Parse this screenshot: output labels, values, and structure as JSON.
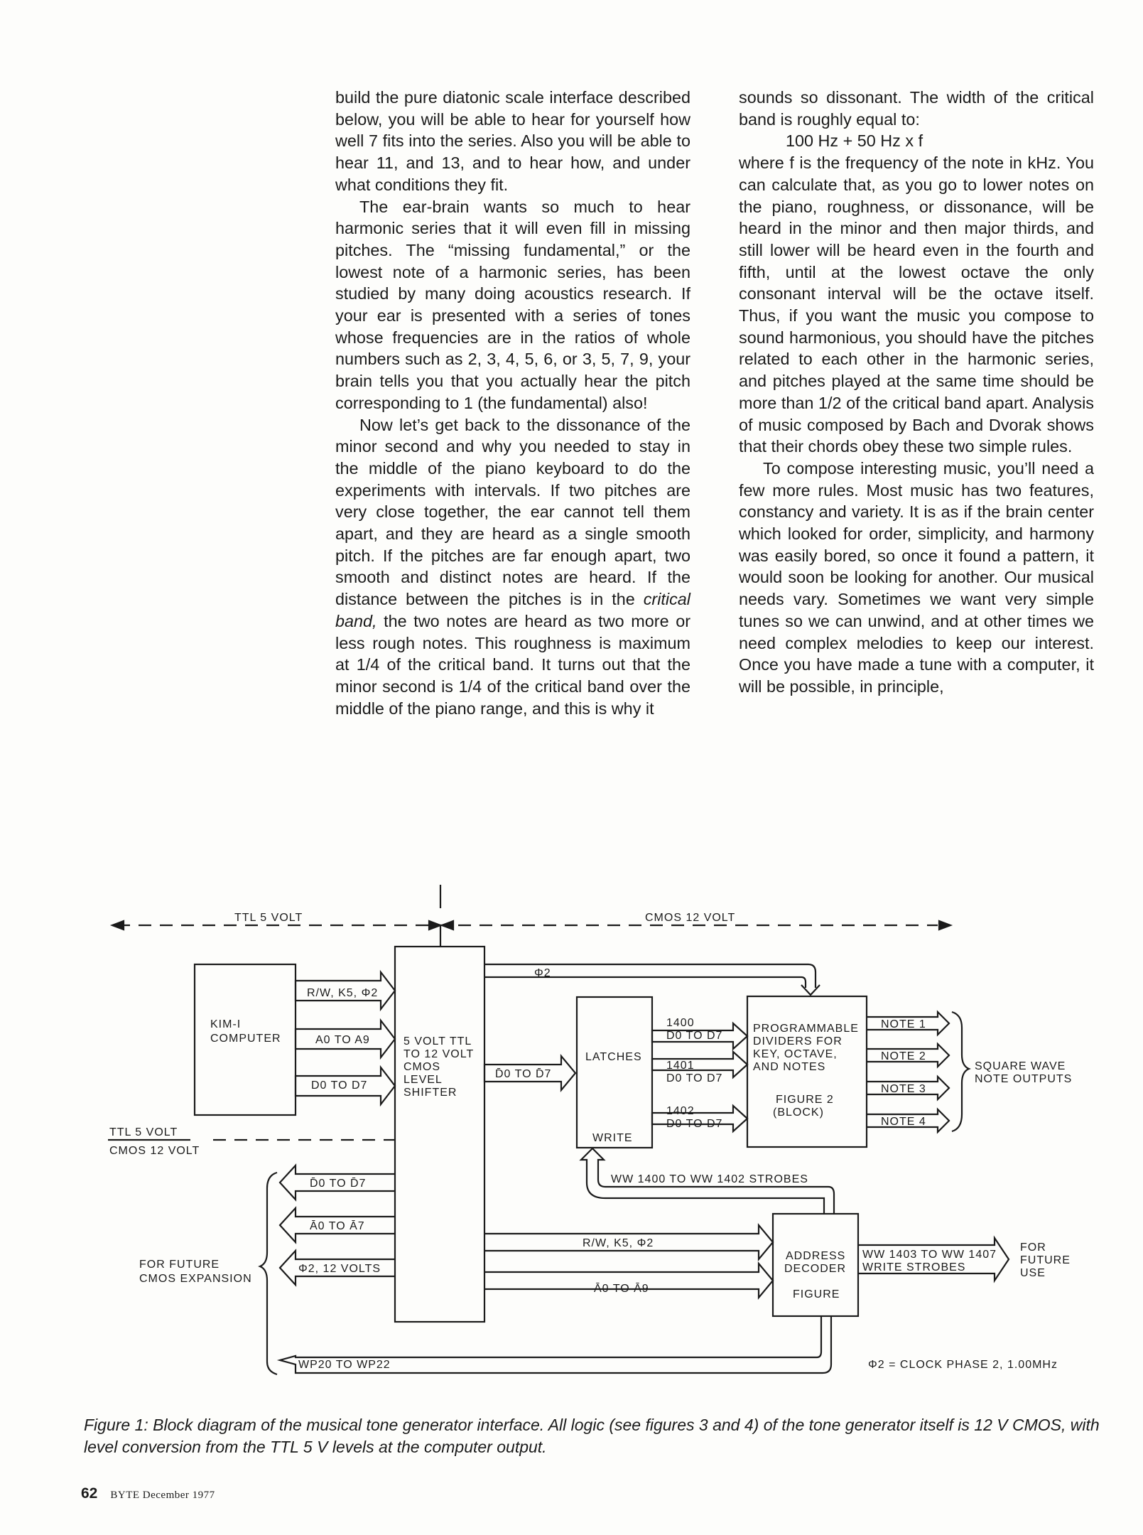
{
  "column_left": {
    "p1": "build the pure diatonic scale interface described below, you will be able to hear for yourself how well 7 fits into the series. Also you will be able to hear 11, and 13, and to hear how, and under what conditions they fit.",
    "p2": "The ear-brain wants so much to hear harmonic series that it will even fill in missing pitches. The “missing fundamental,” or the lowest note of a harmonic series, has been studied by many doing acoustics research. If your ear is presented with a series of tones whose frequencies are in the ratios of whole numbers such as 2, 3, 4, 5, 6, or 3, 5, 7, 9, your brain tells you that you actually hear the pitch corresponding to 1 (the fundamental) also!",
    "p3_before": "Now let’s get back to the dissonance of the minor second and why you needed to stay in the middle of the piano keyboard to do the experiments with intervals. If two pitches are very close together, the ear cannot tell them apart, and they are heard as a single smooth pitch. If the pitches are far enough apart, two smooth and distinct notes are heard. If the distance between the pitches is in the ",
    "p3_italic": "critical band,",
    "p3_after": " the two notes are heard as two more or less rough notes. This roughness is maximum at 1/4 of the critical band. It turns out that the minor second is 1/4 of the critical band over the middle of the piano range, and this is why it"
  },
  "column_right": {
    "p1": "sounds so dissonant. The width of the critical band is roughly equal to:",
    "equation": "100 Hz + 50 Hz x f",
    "p2": "where f is the frequency of the note in kHz. You can calculate that, as you go to lower notes on the piano, roughness, or dissonance, will be heard in the minor and then major thirds, and still lower will be heard even in the fourth and fifth, until at the lowest octave the only consonant interval will be the octave itself. Thus, if you want the music you compose to sound harmonious, you should have the pitches related to each other in the harmonic series, and pitches played at the same time should be more than 1/2 of the critical band apart. Analysis of music composed by Bach and Dvorak shows that their chords obey these two simple rules.",
    "p3": "To compose interesting music, you’ll need a few more rules. Most music has two features, constancy and variety. It is as if the brain center which looked for order, simplicity, and harmony was easily bored, so once it found a pattern, it would soon be looking for another. Our musical needs vary. Sometimes we want very simple tunes so we can unwind, and at other times we need complex melodies to keep our interest. Once you have made a tune with a computer, it will be possible, in principle,"
  },
  "figure": {
    "ttl_top": "TTL 5 VOLT",
    "cmos_top": "CMOS 12 VOLT",
    "phi2_top": "Φ2",
    "kim_line1": "KIM-I",
    "kim_line2": "COMPUTER",
    "sig_rw": "R/W, K5, Φ2",
    "sig_a": "A0 TO A9",
    "sig_d": "D0 TO D7",
    "shifter_1": "5 VOLT TTL",
    "shifter_2": "TO 12 VOLT",
    "shifter_3": "CMOS",
    "shifter_4": "LEVEL",
    "shifter_5": "SHIFTER",
    "sig_dbar": "D̄0 TO D̄7",
    "latches": "LATCHES",
    "write": "WRITE",
    "l1400": "1400",
    "l1401": "1401",
    "l1402": "1402",
    "d0d7": "D0 TO D7",
    "prog_1": "PROGRAMMABLE",
    "prog_2": "DIVIDERS FOR",
    "prog_3": "KEY, OCTAVE,",
    "prog_4": "AND NOTES",
    "prog_5": "FIGURE 2",
    "prog_6": "(BLOCK)",
    "note1": "NOTE 1",
    "note2": "NOTE 2",
    "note3": "NOTE 3",
    "note4": "NOTE 4",
    "square_1": "SQUARE WAVE",
    "square_2": "NOTE OUTPUTS",
    "ttl_mid": "TTL 5 VOLT",
    "cmos_mid": "CMOS 12 VOLT",
    "ww_strobes": "WW 1400 TO WW 1402 STROBES",
    "exp_dbar": "D̄0 TO D̄7",
    "exp_abar": "Ā0 TO Ā7",
    "exp_phi": "Φ2, 12 VOLTS",
    "future_1": "FOR FUTURE",
    "future_2": "CMOS EXPANSION",
    "rw_bus": "R/W, K5, Φ2",
    "a_bus": "Ā0 TO Ā9",
    "addr_1": "ADDRESS",
    "addr_2": "DECODER",
    "addr_3": "FIGURE",
    "ww1403_1": "WW 1403 TO WW 1407",
    "ww1403_2": "WRITE STROBES",
    "ffu_1": "FOR",
    "ffu_2": "FUTURE",
    "ffu_3": "USE",
    "wp": "WP20 TO WP22",
    "clock": "Φ2 = CLOCK PHASE 2, 1.00MHz"
  },
  "caption": "Figure 1: Block diagram of the musical tone generator interface. All logic (see figures 3 and 4) of the tone generator itself is 12 V CMOS, with level conversion from the TTL 5 V levels at the computer output.",
  "footer": {
    "page_number": "62",
    "magazine": "BYTE December 1977"
  }
}
